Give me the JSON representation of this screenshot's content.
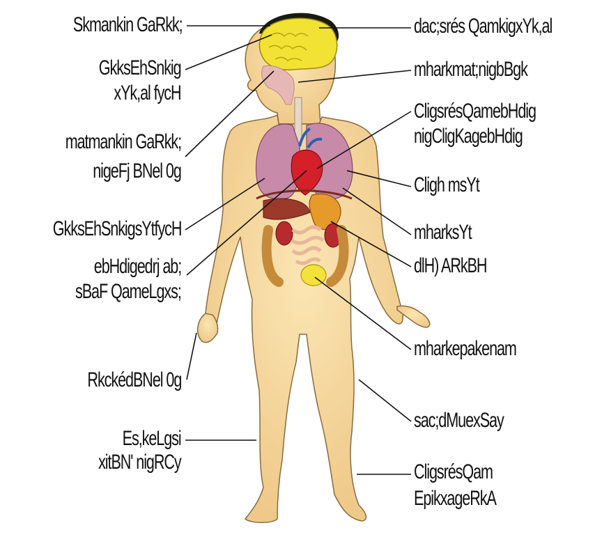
{
  "labels": {
    "brain_left": "Skmankin GaRkk;",
    "pharynx_1": "GkksEhSnkig",
    "pharynx_2": "xYk,al fycH",
    "eye_nerve_1": "matmankin GaRkk;",
    "eye_nerve_2": "nigeFj BNel 0g",
    "stomach_left": "GkksEhSnkigsYtfycH",
    "kidney_1": "ebHdigedrj ab;",
    "kidney_2": "sBaF QameLgxs;",
    "hand": "RkckédBNel 0g",
    "leg_1": "Es,keLgsi",
    "leg_2": "xitBN' nigRCy",
    "brain_right": "dac;srés QamkigxYk,al",
    "trachea": "mharkmat;nigbBgk",
    "heart_1": "CligsrésQamebHdig",
    "heart_2": "nigCligKagebHdig",
    "lungs": "Cligh msYt",
    "liver": "mharksYt",
    "stomach": "dlH) ARkBH",
    "bladder": "mharkepakenam",
    "muscle": "sac;dMuexSay",
    "vessels_1": "CligsrésQam",
    "vessels_2": "EpikxageRkA"
  }
}
